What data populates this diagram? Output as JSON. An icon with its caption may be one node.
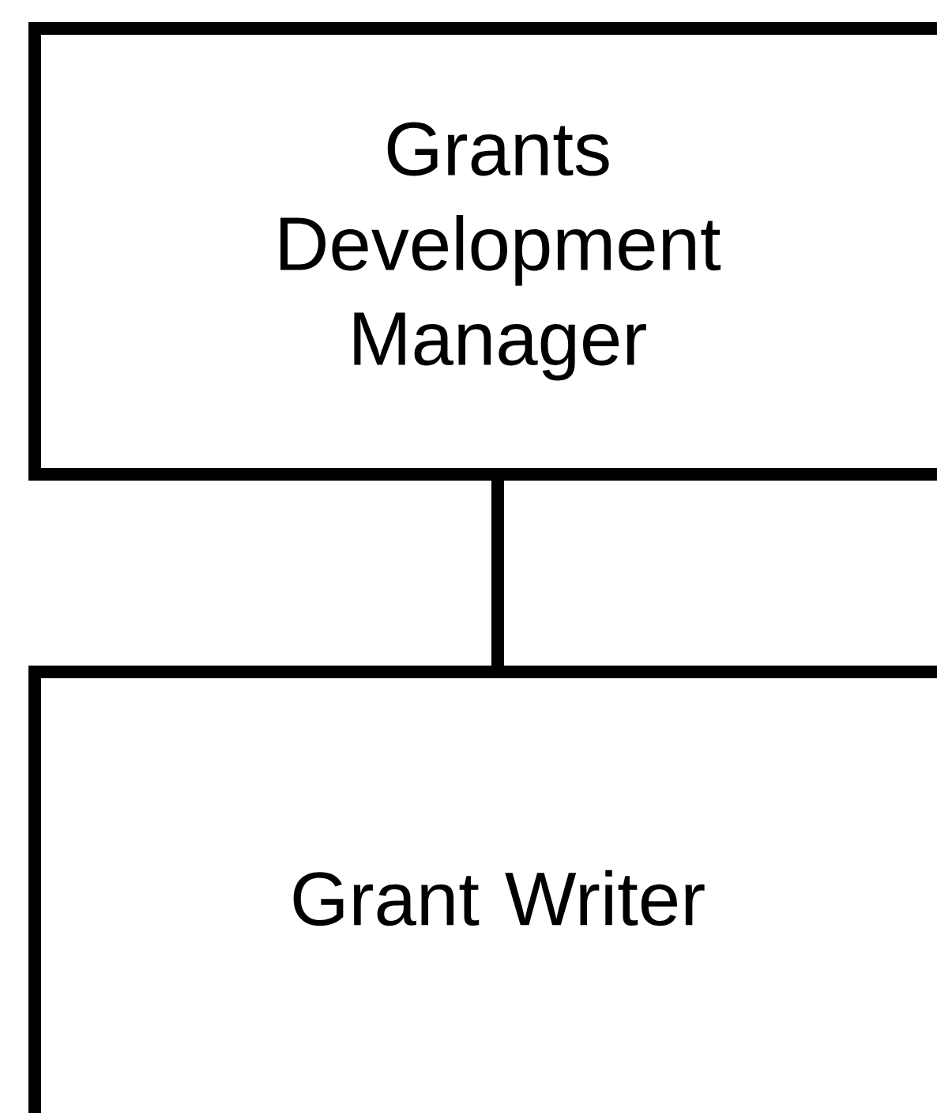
{
  "diagram": {
    "nodes": [
      {
        "text": [
          "Grants Development Manager"
        ]
      },
      {
        "text": [
          "Grant Writer"
        ]
      }
    ],
    "edges": [
      {
        "from": 0,
        "to": 1,
        "arrow": "none"
      }
    ]
  }
}
